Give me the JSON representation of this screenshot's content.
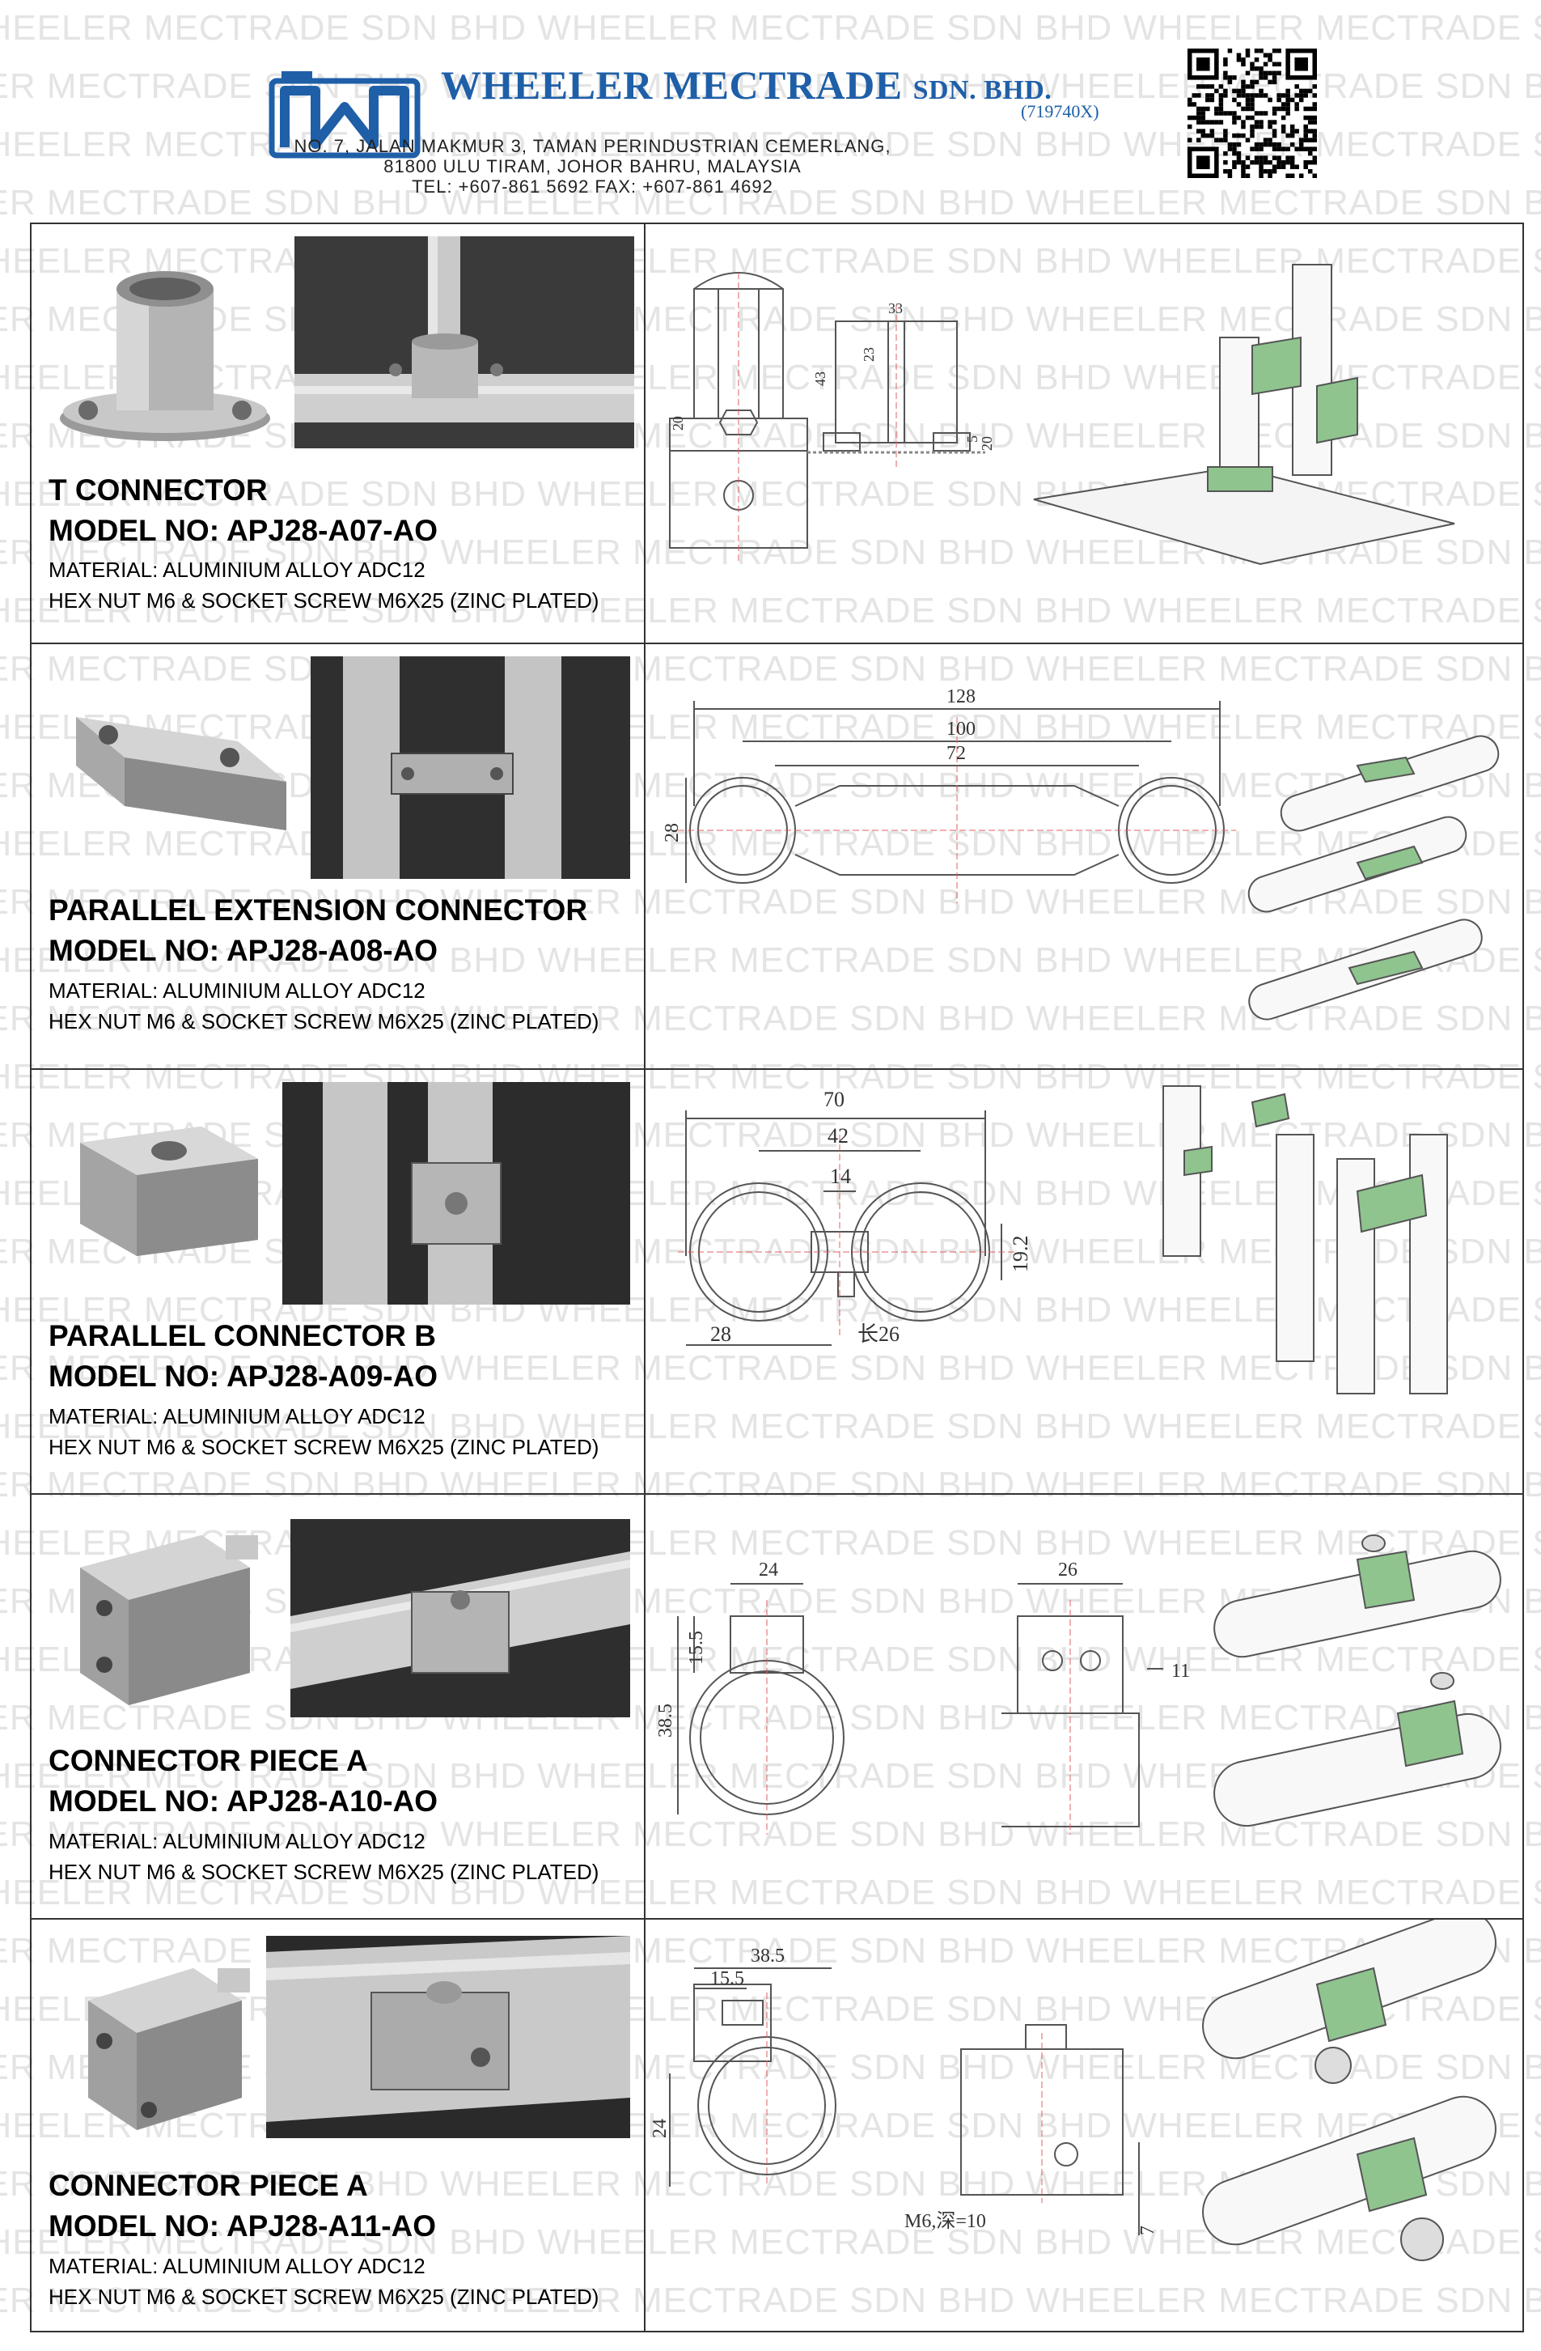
{
  "watermark": {
    "text": "WHEELER MECTRADE SDN BHD"
  },
  "header": {
    "company_name": "WHEELER MECTRADE",
    "company_suffix": "SDN. BHD.",
    "registration": "(719740X)",
    "address_line1": "NO. 7, JALAN MAKMUR 3, TAMAN PERINDUSTRIAN CEMERLANG,",
    "address_line2": "81800 ULU TIRAM, JOHOR BAHRU, MALAYSIA",
    "contact_line": "TEL: +607-861 5692  FAX: +607-861 4692",
    "brand_color": "#1f5fa8"
  },
  "products": [
    {
      "name": "T CONNECTOR",
      "model": "MODEL NO: APJ28-A07-AO",
      "material": "MATERIAL: ALUMINIUM ALLOY ADC12",
      "hardware": "HEX NUT M6 & SOCKET SCREW M6X25 (ZINC PLATED)",
      "dims": [
        "20",
        "43",
        "23",
        "33",
        "5",
        "20"
      ]
    },
    {
      "name": "PARALLEL EXTENSION CONNECTOR",
      "model": "MODEL NO: APJ28-A08-AO",
      "material": "MATERIAL: ALUMINIUM ALLOY ADC12",
      "hardware": "HEX NUT M6 & SOCKET SCREW M6X25 (ZINC PLATED)",
      "dims": [
        "128",
        "100",
        "72",
        "28"
      ]
    },
    {
      "name": "PARALLEL CONNECTOR B",
      "model": "MODEL NO: APJ28-A09-AO",
      "material": "MATERIAL: ALUMINIUM ALLOY ADC12",
      "hardware": "HEX NUT M6 & SOCKET SCREW M6X25 (ZINC PLATED)",
      "dims": [
        "70",
        "42",
        "14",
        "19.2",
        "28",
        "长26"
      ]
    },
    {
      "name": "CONNECTOR PIECE A",
      "model": "MODEL NO: APJ28-A10-AO",
      "material": "MATERIAL: ALUMINIUM ALLOY ADC12",
      "hardware": "HEX NUT M6 & SOCKET SCREW M6X25 (ZINC PLATED)",
      "dims": [
        "24",
        "15.5",
        "38.5",
        "26",
        "11"
      ]
    },
    {
      "name": "CONNECTOR PIECE A",
      "model": "MODEL NO: APJ28-A11-AO",
      "material": "MATERIAL: ALUMINIUM ALLOY ADC12",
      "hardware": "HEX NUT M6 & SOCKET SCREW M6X25 (ZINC PLATED)",
      "dims": [
        "38.5",
        "15.5",
        "24",
        "M6,深=10",
        "7"
      ]
    }
  ]
}
